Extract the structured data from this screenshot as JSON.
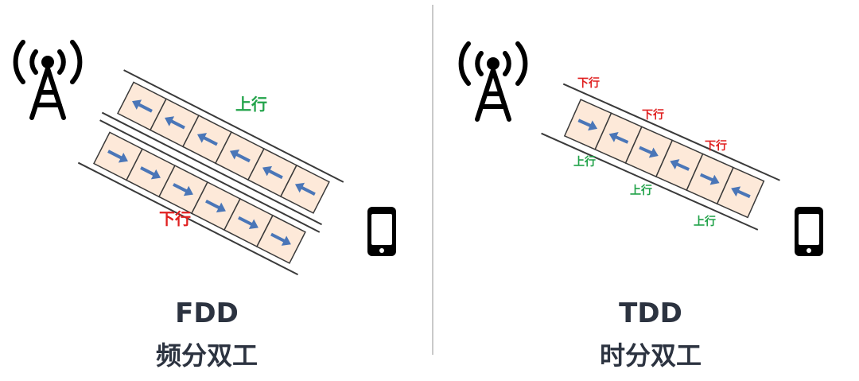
{
  "colors": {
    "cell_fill": "#fde9d9",
    "cell_stroke": "#3a3a3a",
    "rail": "#3a3a3a",
    "arrow": "#4a76b8",
    "uplink": "#22a34a",
    "downlink": "#e02020",
    "title": "#2c3340",
    "icon": "#000000",
    "divider": "#c9c9c9"
  },
  "fdd": {
    "title_en": "FDD",
    "title_zh": "频分双工",
    "uplink_label": "上行",
    "downlink_label": "下行",
    "uplink_cells": 6,
    "downlink_cells": 6
  },
  "tdd": {
    "title_en": "TDD",
    "title_zh": "时分双工",
    "cell_directions": [
      "down",
      "up",
      "down",
      "up",
      "down",
      "up"
    ],
    "label_down": "下行",
    "label_up": "上行"
  },
  "icons": [
    "cell-tower-icon",
    "smartphone-icon"
  ]
}
